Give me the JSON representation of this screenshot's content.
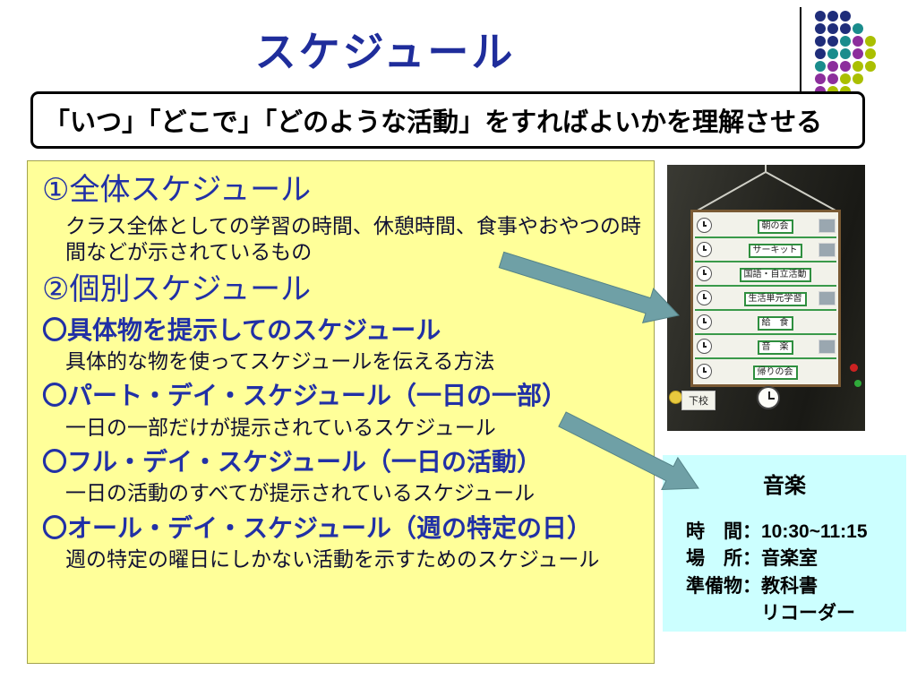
{
  "title": "スケジュール",
  "subtitle": "「いつ」「どこで」「どのような活動」をすればよいかを理解させる",
  "main_list": [
    {
      "style": "heading-num",
      "text": "①全体スケジュール"
    },
    {
      "style": "body",
      "text": "クラス全体としての学習の時間、休憩時間、食事やおやつの時間などが示されているもの"
    },
    {
      "style": "heading-num",
      "text": "②個別スケジュール"
    },
    {
      "style": "heading-sub",
      "text": "〇具体物を提示してのスケジュール"
    },
    {
      "style": "body",
      "text": "具体的な物を使ってスケジュールを伝える方法"
    },
    {
      "style": "heading-sub",
      "text": "〇パート・デイ・スケジュール（一日の一部）"
    },
    {
      "style": "body",
      "text": "一日の一部だけが提示されているスケジュール"
    },
    {
      "style": "heading-sub",
      "text": "〇フル・デイ・スケジュール（一日の活動）"
    },
    {
      "style": "body",
      "text": "一日の活動のすべてが提示されているスケジュール"
    },
    {
      "style": "heading-sub",
      "text": "〇オール・デイ・スケジュール（週の特定の日）"
    },
    {
      "style": "body",
      "text": "週の特定の曜日にしかない活動を示すためのスケジュール"
    }
  ],
  "photo": {
    "board_items": [
      "朝の会",
      "サーキット",
      "国語・自立活動",
      "生活単元学習",
      "給　食",
      "音　楽",
      "帰りの会"
    ],
    "bottom_label": "下校"
  },
  "info_box": {
    "title": "音楽",
    "lines": [
      "時　間：10:30~11:15",
      "場　所：音楽室",
      "準備物：教科書",
      "リコーダー"
    ]
  },
  "colors": {
    "title_blue": "#1F2D9B",
    "heading_blue": "#2130A6",
    "yellow_bg": "#FFFF99",
    "cyan_bg": "#CCFFFF",
    "arrow_teal": "#6FA0A6",
    "dot_navy": "#1F2D7A",
    "dot_teal": "#1A8C8C",
    "dot_purple": "#8C2E9C",
    "dot_green": "#AABF00"
  },
  "decor_dots": [
    [
      "navy",
      "navy",
      "navy"
    ],
    [
      "navy",
      "navy",
      "navy",
      "teal"
    ],
    [
      "navy",
      "navy",
      "teal",
      "purple",
      "green"
    ],
    [
      "navy",
      "teal",
      "teal",
      "purple",
      "green"
    ],
    [
      "teal",
      "purple",
      "purple",
      "green",
      "green"
    ],
    [
      "purple",
      "purple",
      "green",
      "green"
    ],
    [
      "purple",
      "green",
      "green"
    ]
  ]
}
